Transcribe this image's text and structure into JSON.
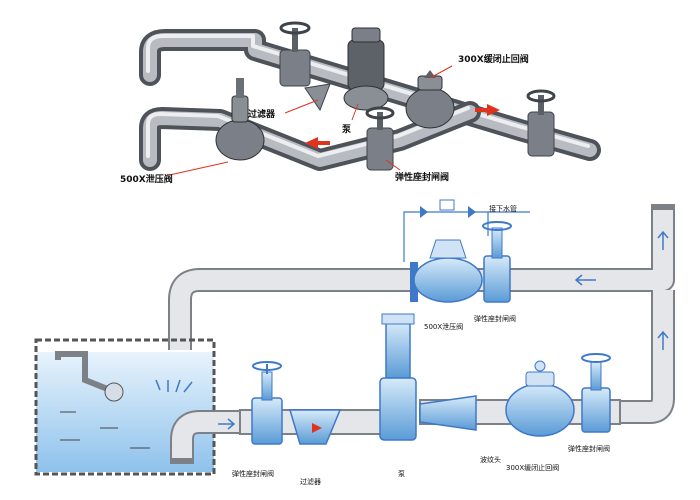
{
  "labels": {
    "check_valve_top": "300X缓闭止回阀",
    "strainer_top": "过滤器",
    "pump_top": "泵",
    "relief_valve_top": "500X泄压阀",
    "gate_valve_top": "弹性座封闸阀",
    "drain_pipe": "接下水管",
    "relief_valve_bottom": "500X泄压阀",
    "gate_valve_relief": "弹性座封闸阀",
    "gate_valve_inlet": "弹性座封闸阀",
    "strainer_bottom": "过滤器",
    "pump_bottom": "泵",
    "joint": "波纹头",
    "check_valve_bottom": "300X缓闭止回阀",
    "gate_valve_outlet": "弹性座封闸阀"
  },
  "colors": {
    "pipe": "#c9ccd1",
    "pipe_stroke": "#6d7178",
    "valve_blue": "#6aa9dd",
    "water": "#bcdcf5",
    "arrow_red": "#e0321c",
    "label_red": "#e0321c",
    "label_blue": "#3e78c8"
  },
  "icons": {
    "flow_arrow": "arrow-icon",
    "handwheel": "handwheel-icon",
    "float_ball": "float-ball-icon"
  }
}
